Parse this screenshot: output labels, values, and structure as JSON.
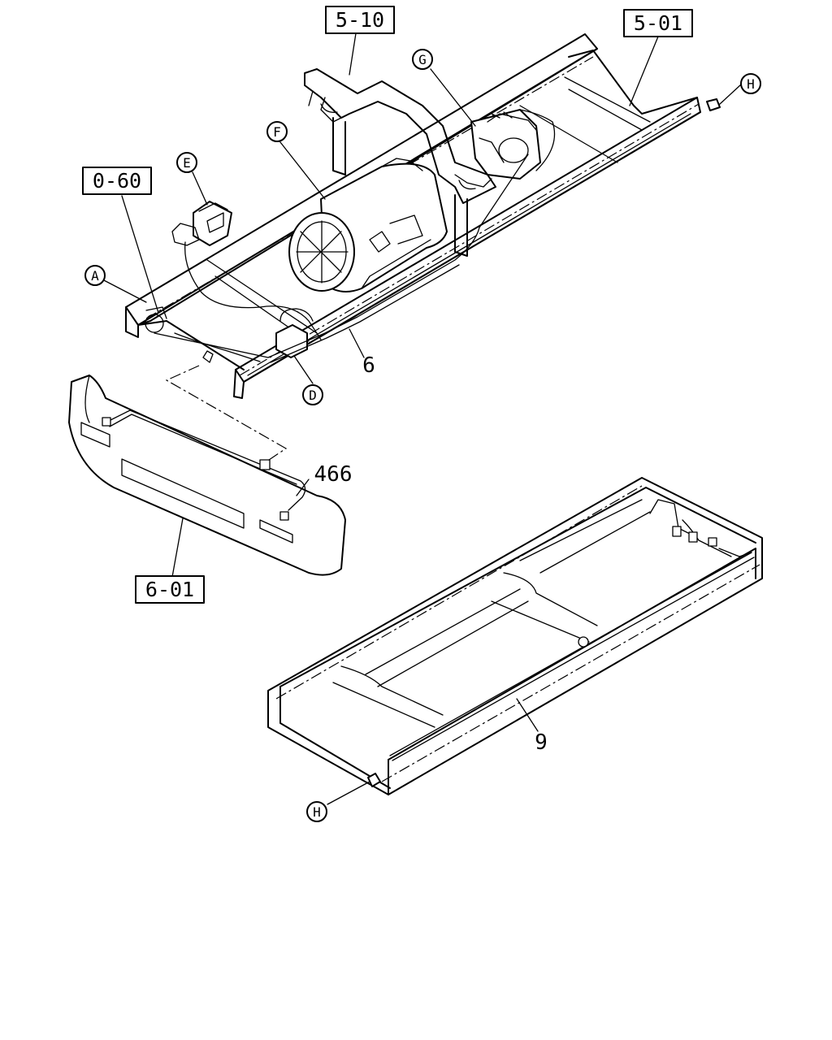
{
  "refs": {
    "r510": "5-10",
    "r501": "5-01",
    "r060": "0-60",
    "r601": "6-01"
  },
  "letters": {
    "A": "A",
    "D": "D",
    "E": "E",
    "F": "F",
    "G": "G",
    "H1": "H",
    "H2": "H"
  },
  "numbers": {
    "n6": "6",
    "n466": "466",
    "n9": "9"
  }
}
